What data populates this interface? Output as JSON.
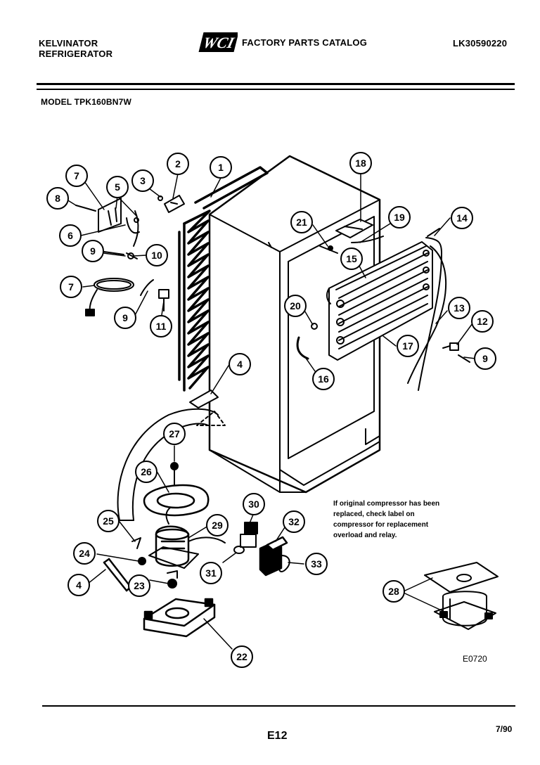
{
  "header": {
    "brand_line1": "KELVINATOR",
    "brand_line2": "REFRIGERATOR",
    "logo_text": "WCI",
    "catalog_title": "FACTORY PARTS CATALOG",
    "catalog_id": "LK30590220"
  },
  "model": "MODEL TPK160BN7W",
  "callouts": [
    {
      "id": "c1",
      "label": "1"
    },
    {
      "id": "c2",
      "label": "2"
    },
    {
      "id": "c3",
      "label": "3"
    },
    {
      "id": "c4a",
      "label": "4"
    },
    {
      "id": "c4b",
      "label": "4"
    },
    {
      "id": "c5",
      "label": "5"
    },
    {
      "id": "c6",
      "label": "6"
    },
    {
      "id": "c7a",
      "label": "7"
    },
    {
      "id": "c7b",
      "label": "7"
    },
    {
      "id": "c8",
      "label": "8"
    },
    {
      "id": "c9a",
      "label": "9"
    },
    {
      "id": "c9b",
      "label": "9"
    },
    {
      "id": "c9c",
      "label": "9"
    },
    {
      "id": "c10",
      "label": "10"
    },
    {
      "id": "c11",
      "label": "11"
    },
    {
      "id": "c12",
      "label": "12"
    },
    {
      "id": "c13",
      "label": "13"
    },
    {
      "id": "c14",
      "label": "14"
    },
    {
      "id": "c15",
      "label": "15"
    },
    {
      "id": "c16",
      "label": "16"
    },
    {
      "id": "c17",
      "label": "17"
    },
    {
      "id": "c18",
      "label": "18"
    },
    {
      "id": "c19",
      "label": "19"
    },
    {
      "id": "c20",
      "label": "20"
    },
    {
      "id": "c21",
      "label": "21"
    },
    {
      "id": "c22",
      "label": "22"
    },
    {
      "id": "c23",
      "label": "23"
    },
    {
      "id": "c24",
      "label": "24"
    },
    {
      "id": "c25",
      "label": "25"
    },
    {
      "id": "c26",
      "label": "26"
    },
    {
      "id": "c27",
      "label": "27"
    },
    {
      "id": "c28",
      "label": "28"
    },
    {
      "id": "c29",
      "label": "29"
    },
    {
      "id": "c30",
      "label": "30"
    },
    {
      "id": "c31",
      "label": "31"
    },
    {
      "id": "c32",
      "label": "32"
    },
    {
      "id": "c33",
      "label": "33"
    }
  ],
  "note_lines": [
    "If original compressor has been",
    "replaced, check label on",
    "compressor for replacement",
    "overload and relay."
  ],
  "figure_code": "E0720",
  "page_number": "E12",
  "date": "7/90"
}
